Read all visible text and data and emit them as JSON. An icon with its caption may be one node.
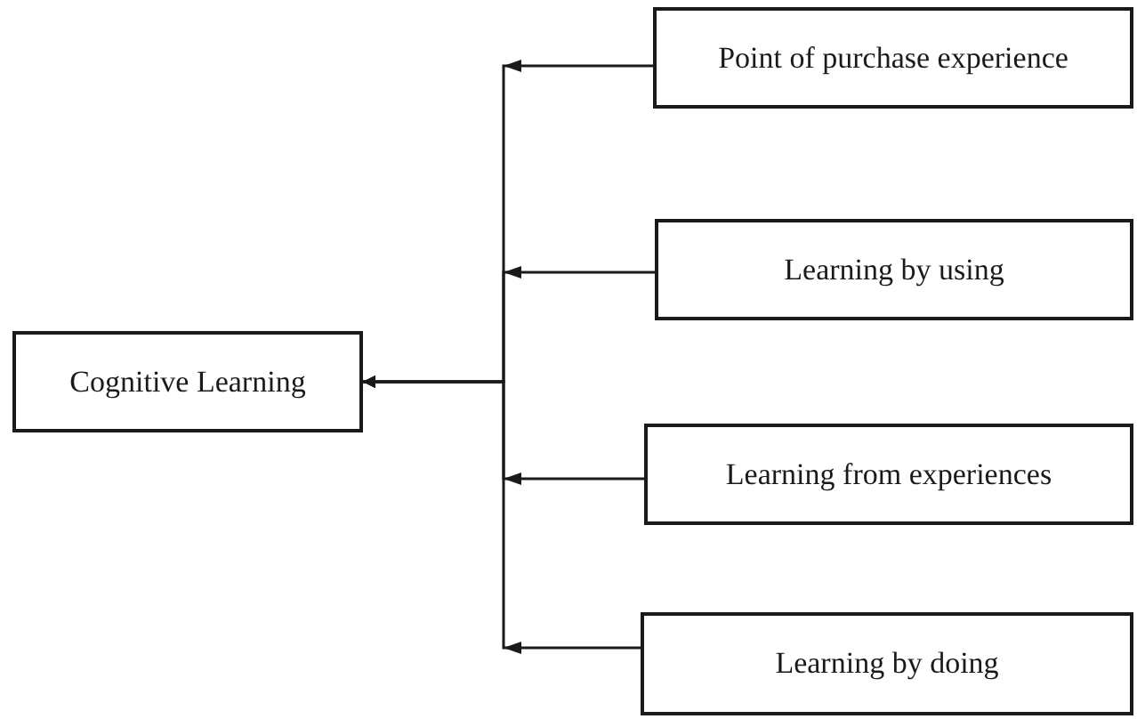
{
  "diagram": {
    "nodes": [
      {
        "text": [
          "Cognitive Learning"
        ]
      },
      {
        "text": [
          "Point of purchase experience"
        ]
      },
      {
        "text": [
          "Learning by using"
        ]
      },
      {
        "text": [
          "Learning from experiences"
        ]
      },
      {
        "text": [
          "Learning by doing"
        ]
      }
    ],
    "edges": [
      {
        "from": 1,
        "to": 0,
        "arrow": "to"
      },
      {
        "from": 2,
        "to": 0,
        "arrow": "to"
      },
      {
        "from": 3,
        "to": 0,
        "arrow": "to"
      },
      {
        "from": 4,
        "to": 0,
        "arrow": "to"
      }
    ]
  }
}
